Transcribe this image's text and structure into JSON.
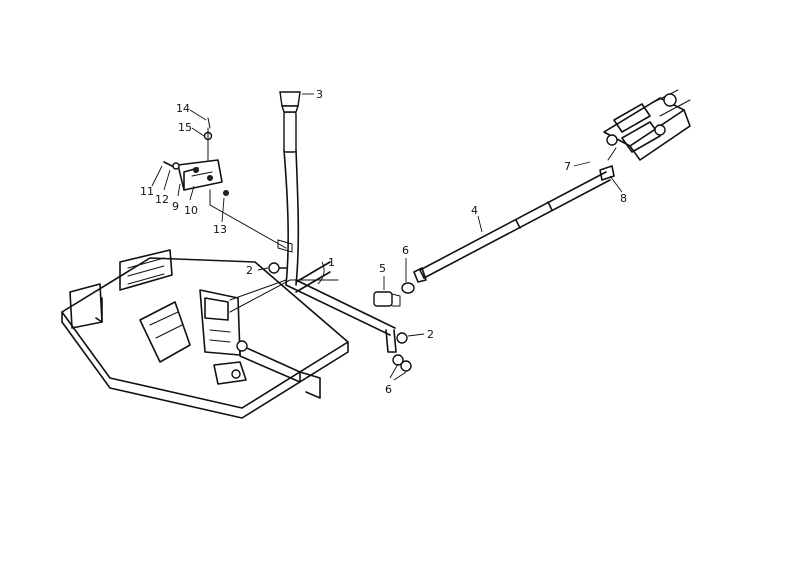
{
  "callouts": [
    {
      "id": "c1",
      "label": "1"
    },
    {
      "id": "c2a",
      "label": "2"
    },
    {
      "id": "c2b",
      "label": "2"
    },
    {
      "id": "c3",
      "label": "3"
    },
    {
      "id": "c4",
      "label": "4"
    },
    {
      "id": "c5",
      "label": "5"
    },
    {
      "id": "c6a",
      "label": "6"
    },
    {
      "id": "c6b",
      "label": "6"
    },
    {
      "id": "c7",
      "label": "7"
    },
    {
      "id": "c8",
      "label": "8"
    },
    {
      "id": "c9",
      "label": "9"
    },
    {
      "id": "c10",
      "label": "10"
    },
    {
      "id": "c11",
      "label": "11"
    },
    {
      "id": "c12",
      "label": "12"
    },
    {
      "id": "c13",
      "label": "13"
    },
    {
      "id": "c14",
      "label": "14"
    },
    {
      "id": "c15",
      "label": "15"
    }
  ]
}
